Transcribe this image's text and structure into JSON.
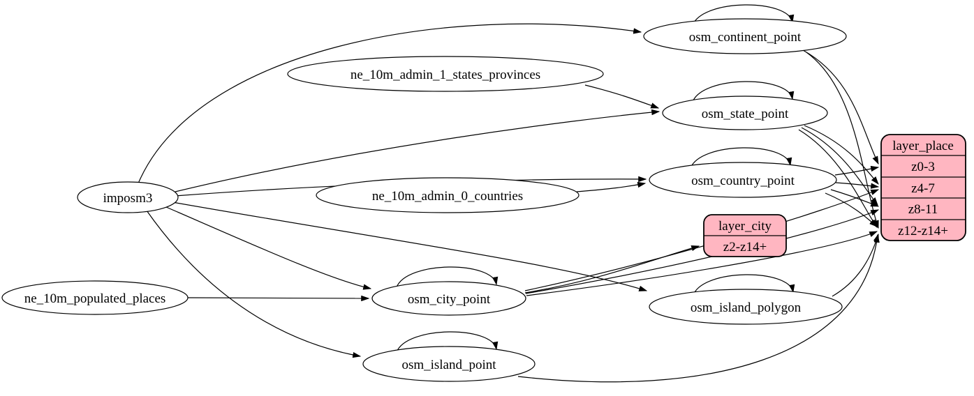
{
  "diagram": {
    "type": "dependency-graph",
    "background": "#ffffff",
    "colors": {
      "table_node_fill": "#ffffff",
      "layer_node_fill": "#ffb6c1",
      "stroke": "#000000",
      "text": "#000000"
    },
    "source_nodes": {
      "imposm3": {
        "label": "imposm3"
      },
      "ne_10m_admin_1_states_provinces": {
        "label": "ne_10m_admin_1_states_provinces"
      },
      "ne_10m_admin_0_countries": {
        "label": "ne_10m_admin_0_countries"
      },
      "ne_10m_populated_places": {
        "label": "ne_10m_populated_places"
      }
    },
    "table_nodes": {
      "osm_continent_point": {
        "label": "osm_continent_point"
      },
      "osm_state_point": {
        "label": "osm_state_point"
      },
      "osm_country_point": {
        "label": "osm_country_point"
      },
      "osm_city_point": {
        "label": "osm_city_point"
      },
      "osm_island_polygon": {
        "label": "osm_island_polygon"
      },
      "osm_island_point": {
        "label": "osm_island_point"
      }
    },
    "layer_nodes": {
      "layer_city": {
        "title": "layer_city",
        "rows": [
          "z2-z14+"
        ]
      },
      "layer_place": {
        "title": "layer_place",
        "rows": [
          "z0-3",
          "z4-7",
          "z8-11",
          "z12-z14+"
        ]
      }
    },
    "edges": [
      {
        "from": "imposm3",
        "to": "osm_continent_point"
      },
      {
        "from": "imposm3",
        "to": "osm_state_point"
      },
      {
        "from": "imposm3",
        "to": "osm_country_point"
      },
      {
        "from": "imposm3",
        "to": "osm_city_point"
      },
      {
        "from": "imposm3",
        "to": "osm_island_point"
      },
      {
        "from": "imposm3",
        "to": "osm_island_polygon"
      },
      {
        "from": "ne_10m_admin_1_states_provinces",
        "to": "osm_state_point"
      },
      {
        "from": "ne_10m_admin_0_countries",
        "to": "osm_country_point"
      },
      {
        "from": "ne_10m_populated_places",
        "to": "osm_city_point"
      },
      {
        "from": "osm_continent_point",
        "to": "osm_continent_point"
      },
      {
        "from": "osm_state_point",
        "to": "osm_state_point"
      },
      {
        "from": "osm_country_point",
        "to": "osm_country_point"
      },
      {
        "from": "osm_city_point",
        "to": "osm_city_point"
      },
      {
        "from": "osm_island_point",
        "to": "osm_island_point"
      },
      {
        "from": "osm_island_polygon",
        "to": "osm_island_polygon"
      },
      {
        "from": "osm_continent_point",
        "to": "layer_place.z0-3"
      },
      {
        "from": "osm_continent_point",
        "to": "layer_place.z12-z14+"
      },
      {
        "from": "osm_state_point",
        "to": "layer_place.z4-7"
      },
      {
        "from": "osm_state_point",
        "to": "layer_place.z8-11"
      },
      {
        "from": "osm_state_point",
        "to": "layer_place.z12-z14+"
      },
      {
        "from": "osm_country_point",
        "to": "layer_place.z0-3"
      },
      {
        "from": "osm_country_point",
        "to": "layer_place.z4-7"
      },
      {
        "from": "osm_country_point",
        "to": "layer_place.z8-11"
      },
      {
        "from": "osm_country_point",
        "to": "layer_place.z12-z14+"
      },
      {
        "from": "osm_city_point",
        "to": "layer_city.z2-z14+"
      },
      {
        "from": "osm_city_point",
        "to": "layer_place.z4-7"
      },
      {
        "from": "osm_city_point",
        "to": "layer_place.z8-11"
      },
      {
        "from": "osm_city_point",
        "to": "layer_place.z12-z14+"
      },
      {
        "from": "osm_island_point",
        "to": "layer_place.z12-z14+"
      },
      {
        "from": "osm_island_polygon",
        "to": "layer_place.z12-z14+"
      }
    ]
  }
}
